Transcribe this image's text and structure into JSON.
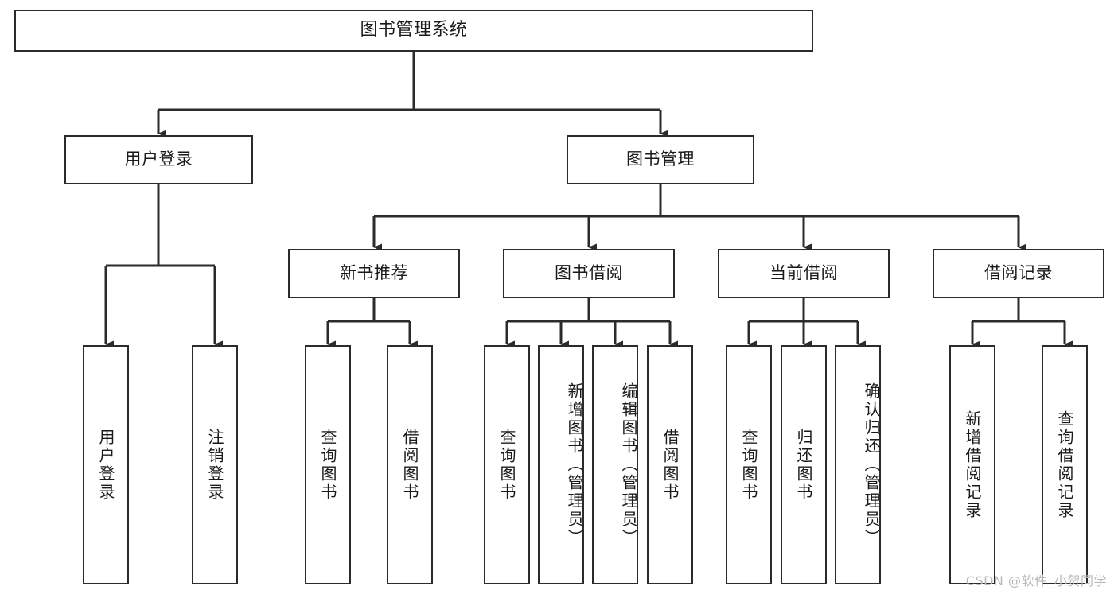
{
  "diagram": {
    "title": "图书管理系统",
    "type": "tree",
    "root": {
      "id": "root",
      "label": "图书管理系统"
    },
    "level2": [
      {
        "id": "user-login",
        "label": "用户登录"
      },
      {
        "id": "book-manage",
        "label": "图书管理"
      }
    ],
    "level3": [
      {
        "id": "new-book-recommend",
        "label": "新书推荐",
        "parent": "book-manage"
      },
      {
        "id": "book-borrow",
        "label": "图书借阅",
        "parent": "book-manage"
      },
      {
        "id": "current-borrow",
        "label": "当前借阅",
        "parent": "book-manage"
      },
      {
        "id": "borrow-record",
        "label": "借阅记录",
        "parent": "book-manage"
      }
    ],
    "leaves": [
      {
        "id": "leaf-user-login",
        "label": "用户登录",
        "parent": "user-login"
      },
      {
        "id": "leaf-logout-login",
        "label": "注销登录",
        "parent": "user-login"
      },
      {
        "id": "leaf-query-book-1",
        "label": "查询图书",
        "parent": "new-book-recommend"
      },
      {
        "id": "leaf-borrow-book-1",
        "label": "借阅图书",
        "parent": "new-book-recommend"
      },
      {
        "id": "leaf-query-book-2",
        "label": "查询图书",
        "parent": "book-borrow"
      },
      {
        "id": "leaf-add-book",
        "label": "新增图书（管理员）",
        "parent": "book-borrow"
      },
      {
        "id": "leaf-edit-book",
        "label": "编辑图书（管理员）",
        "parent": "book-borrow"
      },
      {
        "id": "leaf-borrow-book-2",
        "label": "借阅图书",
        "parent": "book-borrow"
      },
      {
        "id": "leaf-query-book-3",
        "label": "查询图书",
        "parent": "current-borrow"
      },
      {
        "id": "leaf-return-book",
        "label": "归还图书",
        "parent": "current-borrow"
      },
      {
        "id": "leaf-confirm-return",
        "label": "确认归还（管理员）",
        "parent": "current-borrow"
      },
      {
        "id": "leaf-add-record",
        "label": "新增借阅记录",
        "parent": "borrow-record"
      },
      {
        "id": "leaf-query-record",
        "label": "查询借阅记录",
        "parent": "borrow-record"
      }
    ]
  },
  "watermark": {
    "text": "CSDN @软件_小贺同学"
  },
  "colors": {
    "node_border": "#2b2b2b",
    "node_fill": "#ffffff",
    "connector": "#2b2b2b",
    "text": "#1a1a1a",
    "watermark": "#b9b9b9",
    "background": "#ffffff"
  }
}
